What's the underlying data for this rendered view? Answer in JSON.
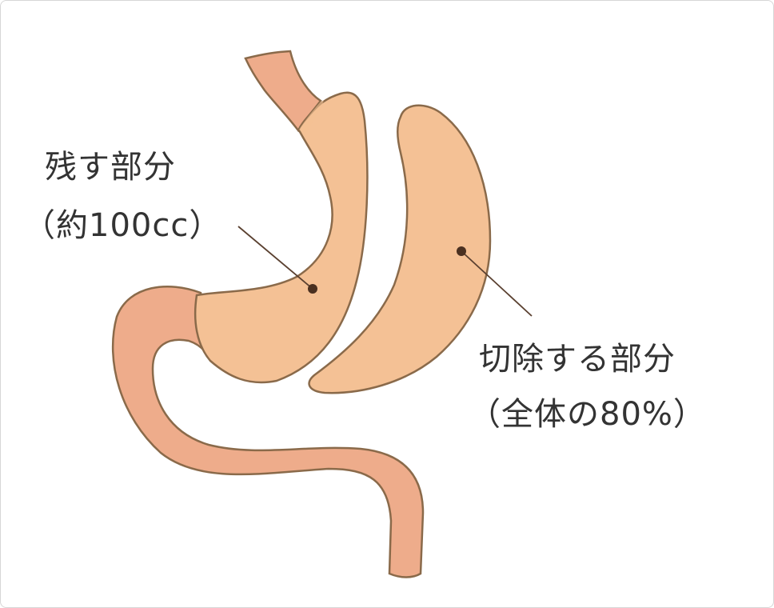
{
  "labels": {
    "remaining_title": "残す部分",
    "remaining_detail": "（約100cc）",
    "removed_title": "切除する部分",
    "removed_detail": "（全体の80%）"
  },
  "colors": {
    "tube": "#eeac8b",
    "stomach": "#f4c195",
    "outline": "#8a6a4a",
    "text": "#333333"
  }
}
